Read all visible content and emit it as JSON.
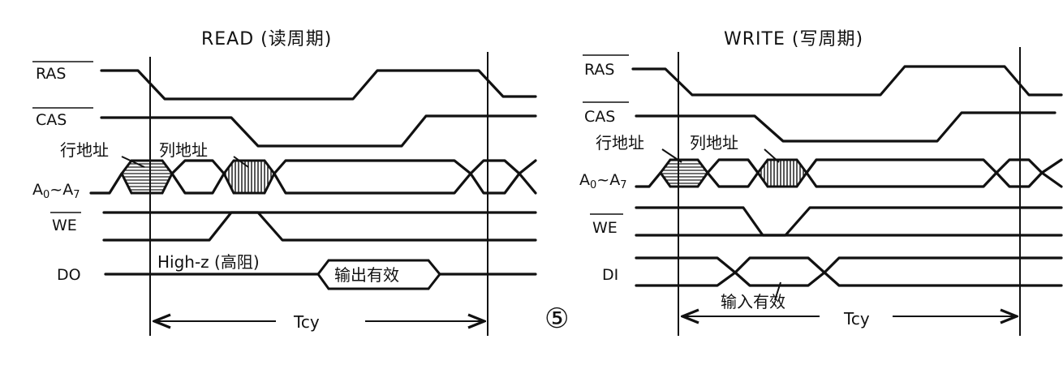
{
  "figure_number": "⑤",
  "read": {
    "title": "READ (读周期)",
    "signals": {
      "ras": "RAS",
      "cas": "CAS",
      "addr_main": "A",
      "addr_sub0": "0",
      "addr_tilde": "~",
      "addr_main2": "A",
      "addr_sub7": "7",
      "we": "WE",
      "data": "DO"
    },
    "row_address": "行地址",
    "col_address": "列地址",
    "high_z": "High-z (高阻)",
    "output_valid": "输出有效",
    "cycle": "Tcy"
  },
  "write": {
    "title": "WRITE (写周期)",
    "signals": {
      "ras": "RAS",
      "cas": "CAS",
      "addr_main": "A",
      "addr_sub0": "0",
      "addr_tilde": "~",
      "addr_main2": "A",
      "addr_sub7": "7",
      "we": "WE",
      "data": "DI"
    },
    "row_address": "行地址",
    "col_address": "列地址",
    "input_valid": "输入有效",
    "cycle": "Tcy"
  }
}
